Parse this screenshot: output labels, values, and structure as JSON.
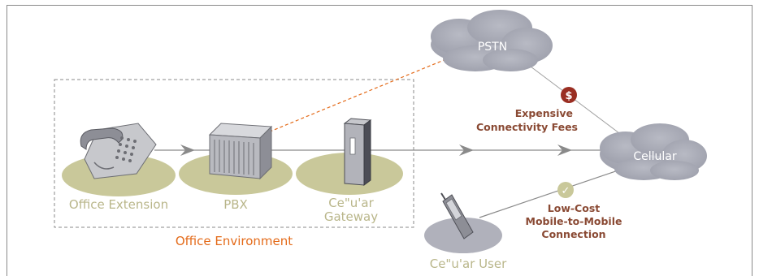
{
  "colors": {
    "node_label": "#b9b68a",
    "office_env": "#e46b1a",
    "fee_text": "#8a4a34",
    "cloud": "#a9abb6",
    "cloud_text": "#ffffff",
    "base": "#c9c89a",
    "dashed_orange": "#e46b1a",
    "line": "#8a8a8a",
    "fee_badge": "#9a2e22",
    "check_badge": "#c9c89a"
  },
  "nodes": {
    "office_extension": {
      "label": "Office Extension",
      "icon": "desk-phone-icon"
    },
    "pbx": {
      "label": "PBX",
      "icon": "pbx-server-icon"
    },
    "cellular_gateway": {
      "label_line1": "Ce\"u'ar",
      "label_line2": "Gateway",
      "icon": "gateway-tower-icon"
    },
    "cellular_user": {
      "label": "Ce\"u'ar User",
      "icon": "mobile-phone-icon"
    }
  },
  "clouds": {
    "pstn": "PSTN",
    "cellular": "Cellular"
  },
  "office_environment": "Office Environment",
  "annotations": {
    "fees_line1": "Expensive",
    "fees_line2": "Connectivity Fees",
    "fee_badge_symbol": "$",
    "lowcost_line1": "Low-Cost",
    "lowcost_line2": "Mobile-to-Mobile",
    "lowcost_line3": "Connection",
    "check_symbol": "✓"
  }
}
